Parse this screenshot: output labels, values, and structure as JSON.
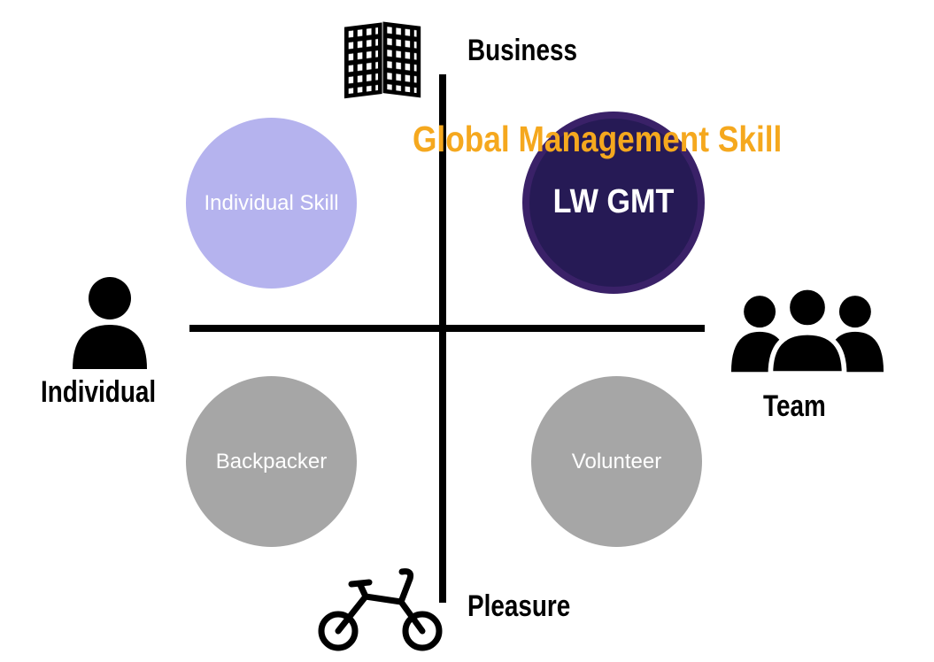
{
  "axes": {
    "top": "Business",
    "bottom": "Pleasure",
    "left": "Individual",
    "right": "Team"
  },
  "quadrants": {
    "top_left": {
      "label": "Individual Skill"
    },
    "top_right": {
      "label": "LW GMT",
      "annotation": "Global Management Skill"
    },
    "bottom_left": {
      "label": "Backpacker"
    },
    "bottom_right": {
      "label": "Volunteer"
    }
  },
  "icons": {
    "top": "building-icon",
    "left": "person-icon",
    "right": "team-icon",
    "bottom": "bicycle-icon"
  },
  "colors": {
    "light_purple": "#b5b3ee",
    "dark_purple": "#261a55",
    "dark_purple_ring": "#3a2168",
    "gray": "#a6a6a6",
    "annotation_orange": "#f5a81e",
    "axis_black": "#000000"
  }
}
